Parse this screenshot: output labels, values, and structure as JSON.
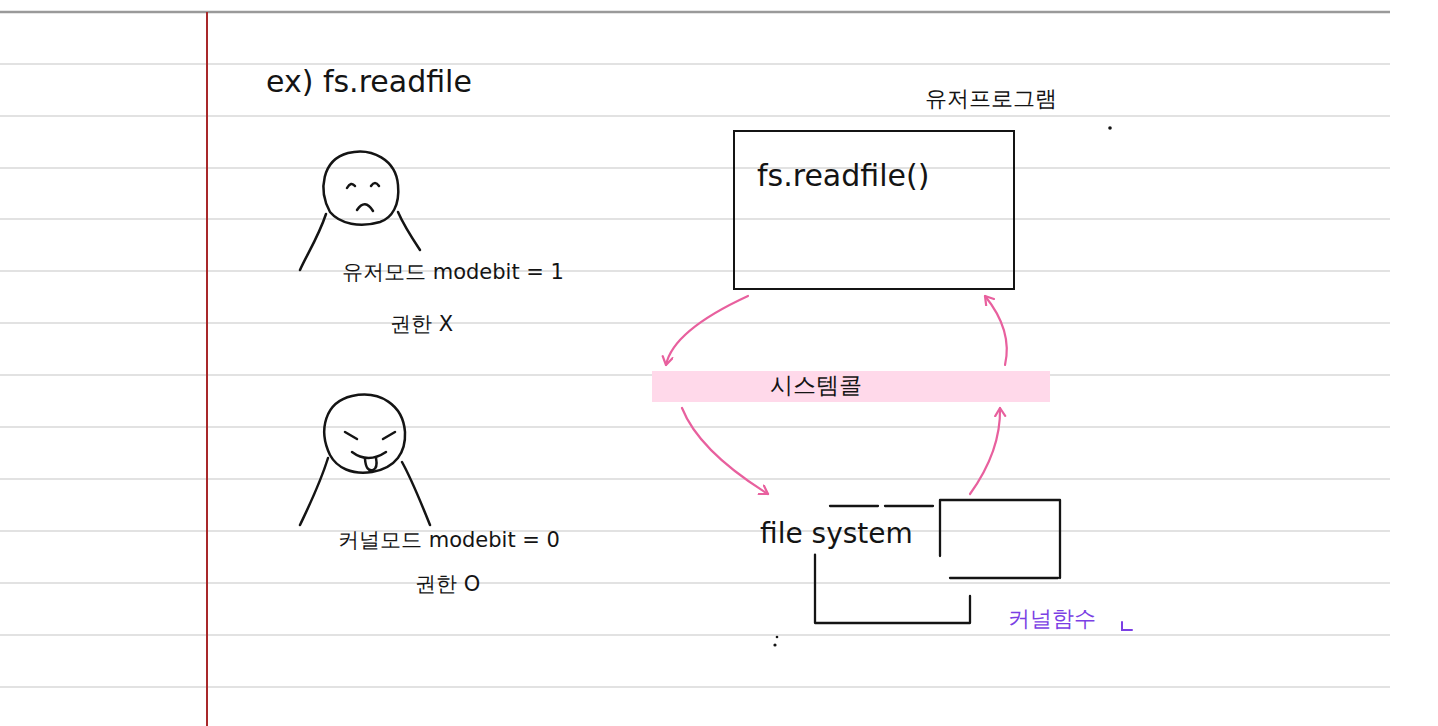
{
  "diagram": {
    "title": "ex) fs.readfile",
    "nodes": [
      {
        "text": [
          "유저프로그램",
          "fs.readfile()"
        ]
      },
      {
        "text": [
          "시스템콜"
        ]
      },
      {
        "text": [
          "file system"
        ]
      }
    ],
    "edges": [
      {
        "from": 0,
        "to": 1,
        "arrow": "to"
      },
      {
        "from": 1,
        "to": 2,
        "arrow": "to"
      },
      {
        "from": 2,
        "to": 1,
        "arrow": "to"
      },
      {
        "from": 1,
        "to": 0,
        "arrow": "to"
      }
    ],
    "labels": [
      "유저모드 modebit = 1",
      "권한 X",
      "커널모드 modebit = 0",
      "권한 O",
      "커널함수"
    ]
  }
}
